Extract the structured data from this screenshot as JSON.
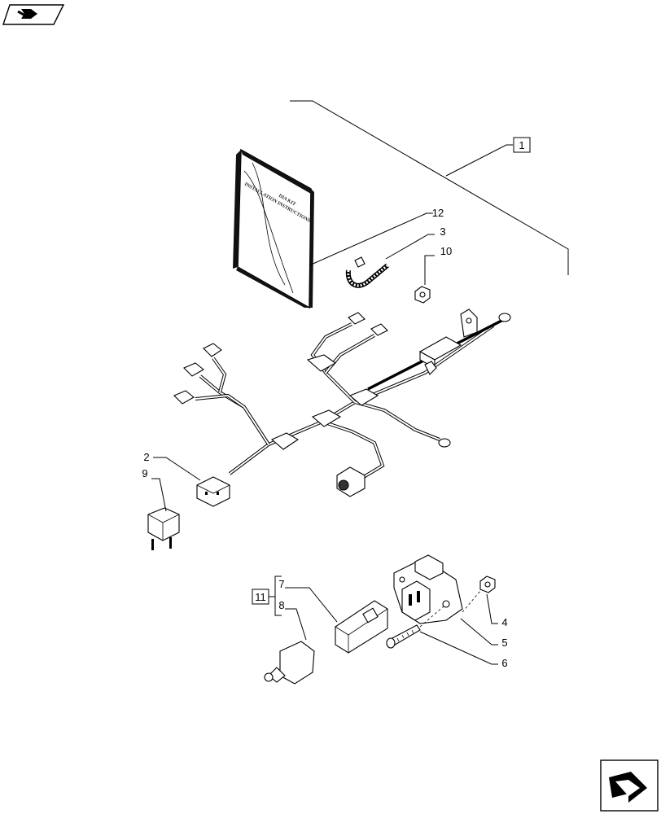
{
  "diagram": {
    "document_lines": [
      "DIA KIT",
      "INSTALLATION INSTRUCTIONS"
    ],
    "callouts": {
      "c1": "1",
      "c2": "2",
      "c3": "3",
      "c4": "4",
      "c5": "5",
      "c6": "6",
      "c7": "7",
      "c8": "8",
      "c9": "9",
      "c10": "10",
      "c11": "11",
      "c12": "12"
    },
    "icons": {
      "top_left": "back-arrow-icon",
      "bottom_right": "forward-arrow-icon"
    }
  }
}
